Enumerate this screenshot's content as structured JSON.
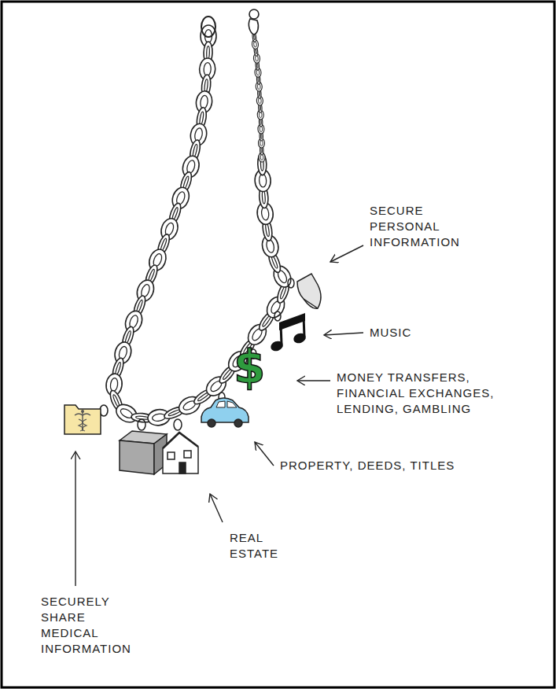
{
  "diagram": {
    "labels": [
      "SECURE PERSONAL INFORMATION",
      "MUSIC",
      "$",
      "MONEY TRANSFERS, FINANCIAL EXCHANGES, LENDING, GAMBLING",
      "PROPERTY, DEEDS, TITLES",
      "REAL ESTATE",
      "SECURELY SHARE MEDICAL INFORMATION"
    ]
  }
}
